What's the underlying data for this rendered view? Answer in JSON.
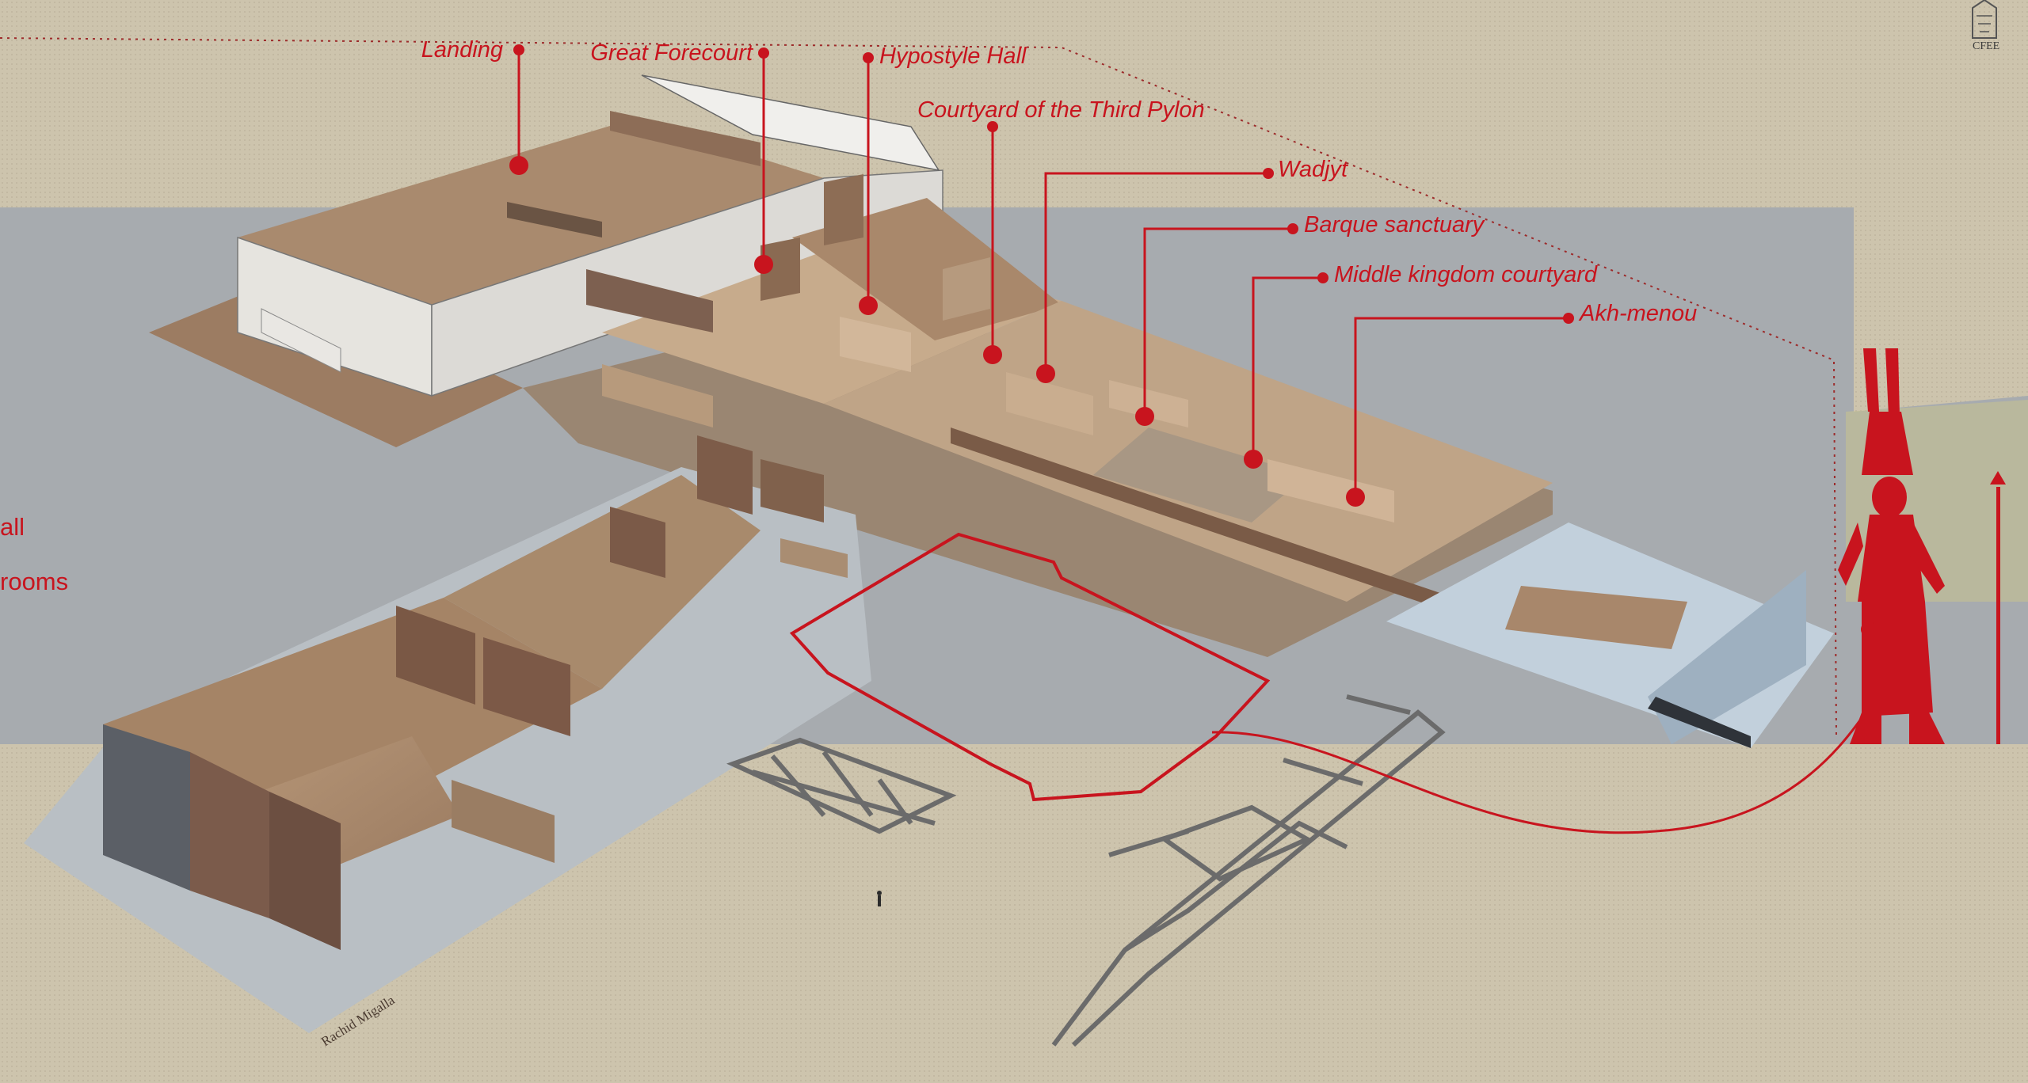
{
  "labels": {
    "landing": "Landing",
    "great_forecourt": "Great Forecourt",
    "hypostyle_hall": "Hypostyle Hall",
    "courtyard_third_pylon": "Courtyard of the Third Pylon",
    "wadjyt": "Wadjyt",
    "barque_sanctuary": "Barque sanctuary",
    "middle_kingdom_courtyard": "Middle kingdom courtyard",
    "akh_menou": "Akh-menou"
  },
  "side_labels": {
    "wall_fragment": "all",
    "rooms_fragment": "rooms"
  },
  "credit": "Rachid Migalla",
  "logo_text": "CFEE",
  "colors": {
    "accent_red": "#c8141e",
    "board_beige": "#cdc4ad",
    "band_blue_gray": "#a7abaf",
    "stone": "#b79e85",
    "stone_dark": "#7e6351",
    "stone_light": "#d8c6b0",
    "pale_blue_stone": "#c2d0dc"
  },
  "icons": {
    "amun_figure": "amun-figure-icon",
    "logo": "institute-logo-icon"
  }
}
